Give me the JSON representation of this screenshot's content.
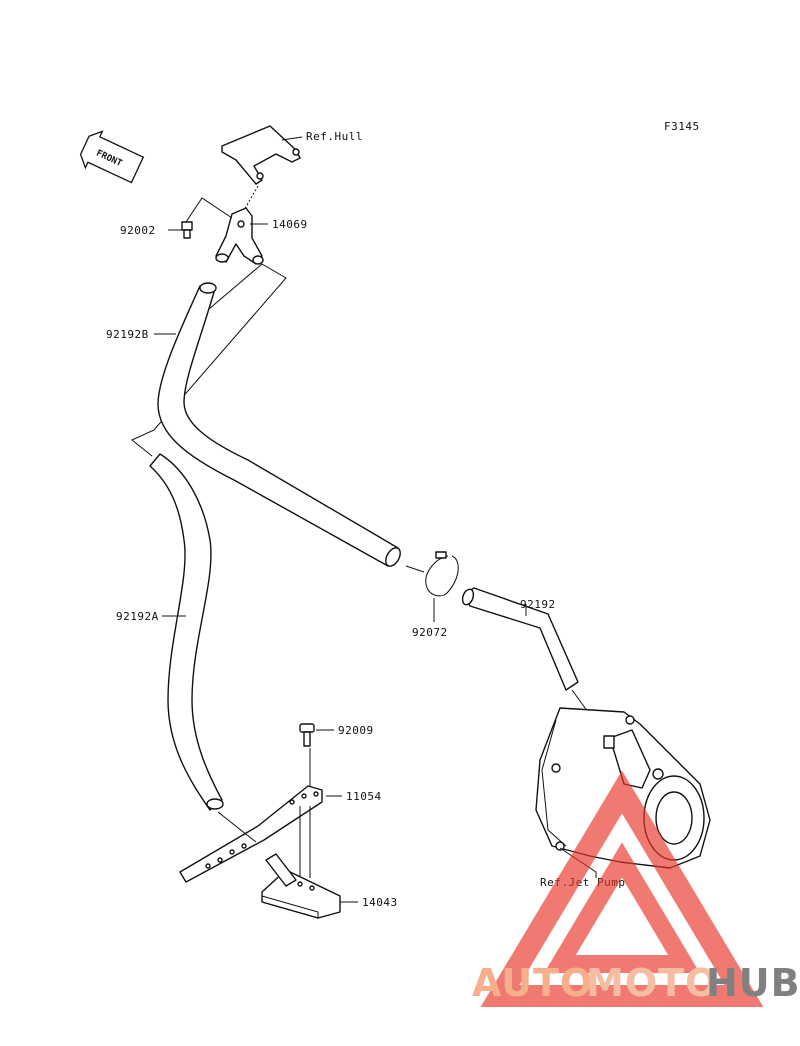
{
  "figure_code": "F3145",
  "front_label": "FRONT",
  "parts": {
    "ref_hull": "Ref.Hull",
    "p14069": "14069",
    "p92002": "92002",
    "p92192B": "92192B",
    "p92192A": "92192A",
    "p92072": "92072",
    "p92192": "92192",
    "p92009": "92009",
    "p11054": "11054",
    "p14043": "14043",
    "ref_jet_pump": "Ref.Jet Pump"
  },
  "watermark": {
    "auto": "AUTO",
    "moto": "MOTO",
    "hub": "HUB"
  },
  "colors": {
    "watermark_triangle": "#e8362a",
    "watermark_auto": "#f4a47c",
    "watermark_hub": "#6f6f6f"
  }
}
